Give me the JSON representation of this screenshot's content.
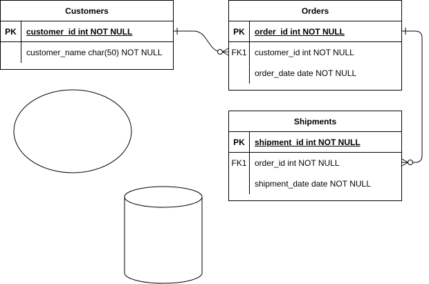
{
  "entities": {
    "customers": {
      "title": "Customers",
      "pk_key": "PK",
      "pk_field": "customer_id int NOT NULL",
      "rows": [
        {
          "key": "",
          "field": "customer_name char(50) NOT NULL"
        }
      ]
    },
    "orders": {
      "title": "Orders",
      "pk_key": "PK",
      "pk_field": "order_id int NOT NULL",
      "rows": [
        {
          "key": "FK1",
          "field": "customer_id int NOT NULL"
        },
        {
          "key": "",
          "field": "order_date date NOT NULL"
        }
      ]
    },
    "shipments": {
      "title": "Shipments",
      "pk_key": "PK",
      "pk_field": "shipment_id int NOT NULL",
      "rows": [
        {
          "key": "FK1",
          "field": "order_id int NOT NULL"
        },
        {
          "key": "",
          "field": "shipment_date date NOT NULL"
        }
      ]
    }
  },
  "relationships": [
    {
      "from": "customers.customer_id",
      "to": "orders.customer_id",
      "from_end": "one",
      "to_end": "zero-or-many"
    },
    {
      "from": "orders.order_id",
      "to": "shipments.order_id",
      "from_end": "one",
      "to_end": "zero-or-many"
    }
  ],
  "shapes": [
    {
      "type": "ellipse",
      "fill": "#ffffff",
      "stroke": "#000000"
    },
    {
      "type": "cylinder",
      "fill": "#ffffff",
      "stroke": "#000000"
    }
  ],
  "colors": {
    "stroke": "#000000",
    "background": "#ffffff"
  }
}
